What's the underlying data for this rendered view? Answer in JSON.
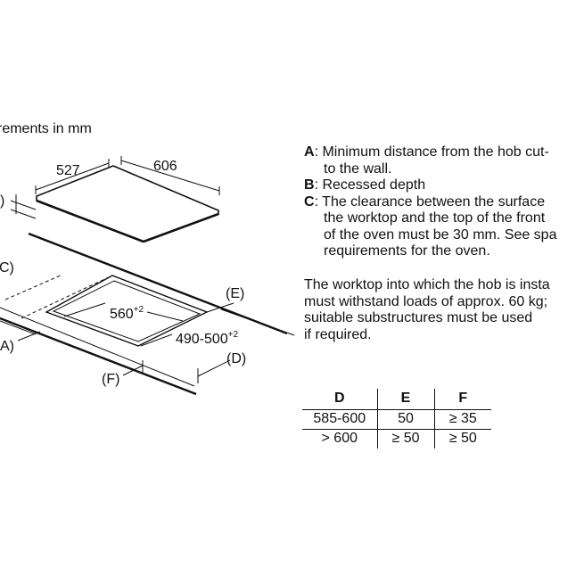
{
  "header": {
    "requirements_text": "rements in mm"
  },
  "dimensions": {
    "depth": "527",
    "width": "606",
    "cutout_depth_base": "560",
    "cutout_depth_tol": "+2",
    "cutout_width_base": "490-500",
    "cutout_width_tol": "+2",
    "label_e": "(E)",
    "label_d": "(D)",
    "label_f": "(F)",
    "label_a": "A)",
    "label_c": "C)",
    "label_b": ")"
  },
  "legend": {
    "a_key": "A",
    "a_text": ": Minimum distance from the hob cut-",
    "a_cont": "to the wall.",
    "b_key": "B",
    "b_text": ": Recessed depth",
    "c_key": "C",
    "c_text": ": The clearance between the surface",
    "c_cont1": "the worktop and the top of the front",
    "c_cont2": "of the oven must be 30 mm. See spa",
    "c_cont3": "requirements for the oven."
  },
  "note": {
    "line1": "The worktop into which the hob is insta",
    "line2": "must withstand loads of approx. 60 kg;",
    "line3": "suitable substructures must be used",
    "line4": "if required."
  },
  "table": {
    "headers": [
      "D",
      "E",
      "F"
    ],
    "rows": [
      [
        "585-600",
        "50",
        "≥ 35"
      ],
      [
        "> 600",
        "≥ 50",
        "≥ 50"
      ]
    ]
  }
}
